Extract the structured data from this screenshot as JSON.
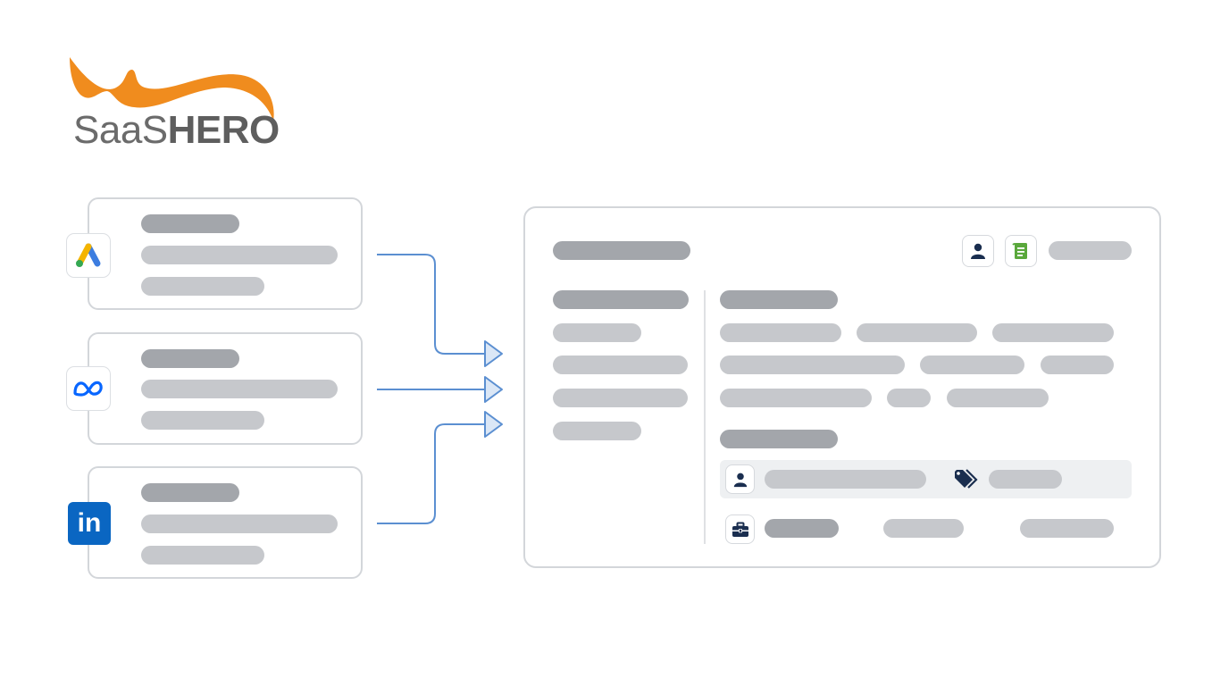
{
  "logo": {
    "part1": "SaaS",
    "part2": "HERO"
  },
  "colors": {
    "logo_orange": "#f08c1e",
    "arrow_blue": "#5b8fd1",
    "icon_navy": "#1a2e4f",
    "icon_green": "#5aa83c",
    "linkedin_blue": "#0a66c2",
    "placeholder_dark": "#a3a6ab",
    "placeholder_light": "#c6c8cc"
  },
  "sources": [
    {
      "icon": "google-ads-icon"
    },
    {
      "icon": "meta-icon"
    },
    {
      "icon": "linkedin-icon",
      "glyph": "in"
    }
  ],
  "crm": {
    "header_icons": [
      "user-icon",
      "document-icon"
    ],
    "row_icons": [
      "user-icon",
      "tag-icon",
      "briefcase-icon"
    ]
  }
}
